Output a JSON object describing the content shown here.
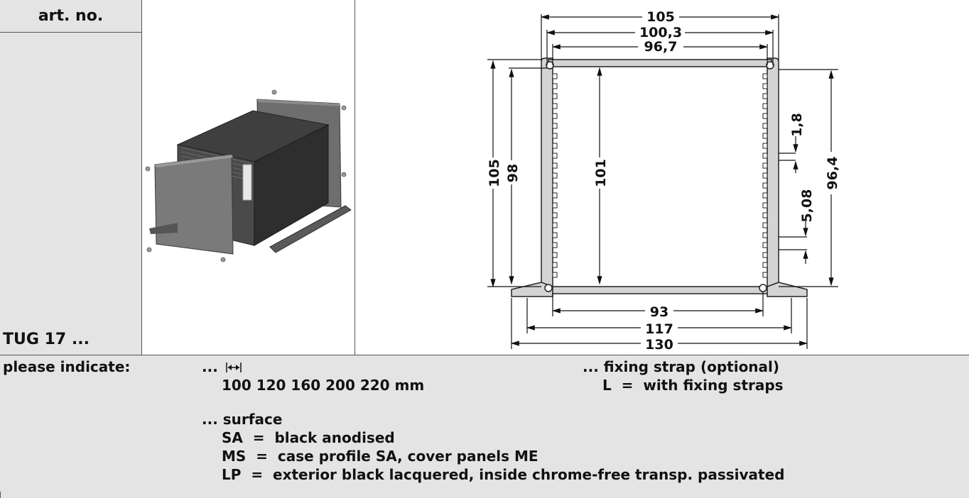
{
  "header": {
    "art_no_label": "art. no.",
    "art_no_value": "TUG 17 ..."
  },
  "drawing": {
    "width_outer": "105",
    "width_mid": "100,3",
    "width_inner": "96,7",
    "height_outer": "105",
    "height_mid": "98",
    "height_inner": "101",
    "height_right": "96,4",
    "fin_thickness": "1,8",
    "fin_pitch": "5,08",
    "base_inner": "93",
    "base_mid": "117",
    "base_outer": "130"
  },
  "order": {
    "label": "please indicate:",
    "length_prefix": "...",
    "length_values": "100 120 160 200 220 mm",
    "strap_heading": "... fixing strap (optional)",
    "strap_option": "L  =  with fixing straps",
    "surface_heading": "... surface",
    "surface_options": [
      "SA  =  black anodised",
      "MS  =  case profile SA, cover panels ME",
      "LP  =  exterior black lacquered, inside chrome-free transp. passivated"
    ]
  }
}
